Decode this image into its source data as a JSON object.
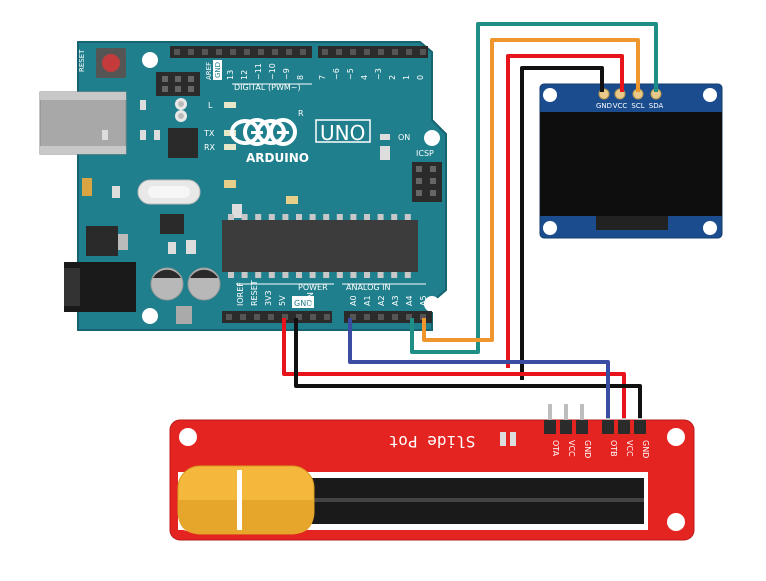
{
  "arduino": {
    "brand": "ARDUINO",
    "model": "UNO",
    "reset_label": "RESET",
    "digital_label": "DIGITAL",
    "pwm_label": "(PWM~)",
    "gnd_top": "GND",
    "aref": "AREF",
    "digital_pins": [
      "13",
      "12",
      "~11",
      "~10",
      "~9",
      "8",
      "7",
      "~6",
      "~5",
      "4",
      "~3",
      "2",
      "1",
      "0"
    ],
    "tx": "TX",
    "rx": "RX",
    "l_led": "L",
    "on_label": "ON",
    "icsp": "ICSP",
    "power_label": "POWER",
    "analog_label": "ANALOG IN",
    "power_pins": [
      "IOREF",
      "RESET",
      "3V3",
      "5V",
      "GND",
      "VIN"
    ],
    "analog_pins": [
      "A0",
      "A1",
      "A2",
      "A3",
      "A4",
      "A5"
    ]
  },
  "oled": {
    "pins": [
      "GND",
      "VCC",
      "SCL",
      "SDA"
    ]
  },
  "slide_pot": {
    "title": "Slide Pot",
    "left_pins": [
      "OTA",
      "VCC",
      "GND"
    ],
    "right_pins": [
      "OTB",
      "VCC",
      "GND"
    ]
  },
  "colors": {
    "board": "#1f7f8c",
    "wire_teal": "#1f8f85",
    "wire_orange": "#f0962e",
    "wire_red": "#e8141b",
    "wire_black": "#111111",
    "wire_blue": "#3b4da3",
    "oled_pcb": "#1b4d8e",
    "pot_pcb": "#e42421",
    "knob": "#f4b93c"
  }
}
